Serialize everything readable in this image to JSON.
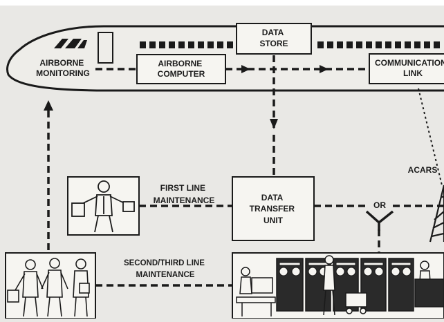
{
  "labels": {
    "airborne_monitoring": [
      "AIRBORNE",
      "MONITORING"
    ],
    "airborne_computer": [
      "AIRBORNE",
      "COMPUTER"
    ],
    "data_store": [
      "DATA",
      "STORE"
    ],
    "communication_link": [
      "COMMUNICATION",
      "LINK"
    ],
    "acars": "ACARS",
    "or": "OR",
    "first_line_maintenance": [
      "FIRST LINE",
      "MAINTENANCE"
    ],
    "data_transfer_unit": [
      "DATA",
      "TRANSFER",
      "UNIT"
    ],
    "second_third_line_maintenance": [
      "SECOND/THIRD LINE",
      "MAINTENANCE"
    ]
  }
}
